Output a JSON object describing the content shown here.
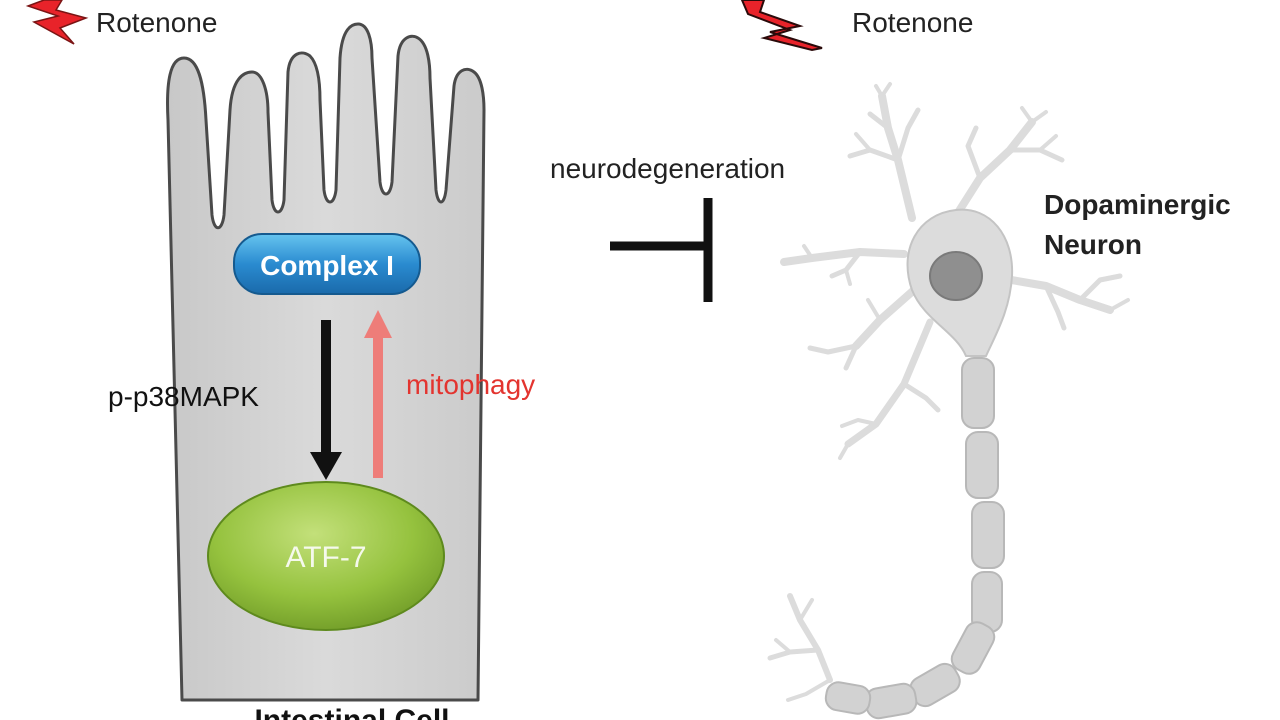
{
  "toxin": {
    "left_label": "Rotenone",
    "right_label": "Rotenone",
    "icon": "lightning-bolt-icon",
    "color": "#e8232a"
  },
  "intestinal_cell": {
    "label": "Intestinal Cell",
    "fill": "#d4d4d4",
    "complex": {
      "label": "Complex I",
      "color": "#2a8bd0"
    },
    "atf": {
      "label": "ATF-7",
      "color": "#94c23d"
    },
    "down_arrow_label": "p-p38MAPK",
    "up_arrow_label": "mitophagy",
    "up_arrow_color": "#ee7d79",
    "up_label_color": "#e3342f"
  },
  "inhibition": {
    "label": "neurodegeneration",
    "icon": "inhibition-bar-icon"
  },
  "neuron": {
    "label_line1": "Dopaminergic",
    "label_line2": "Neuron",
    "fill": "#dcdcdc",
    "nucleus_color": "#8f8f8f"
  }
}
